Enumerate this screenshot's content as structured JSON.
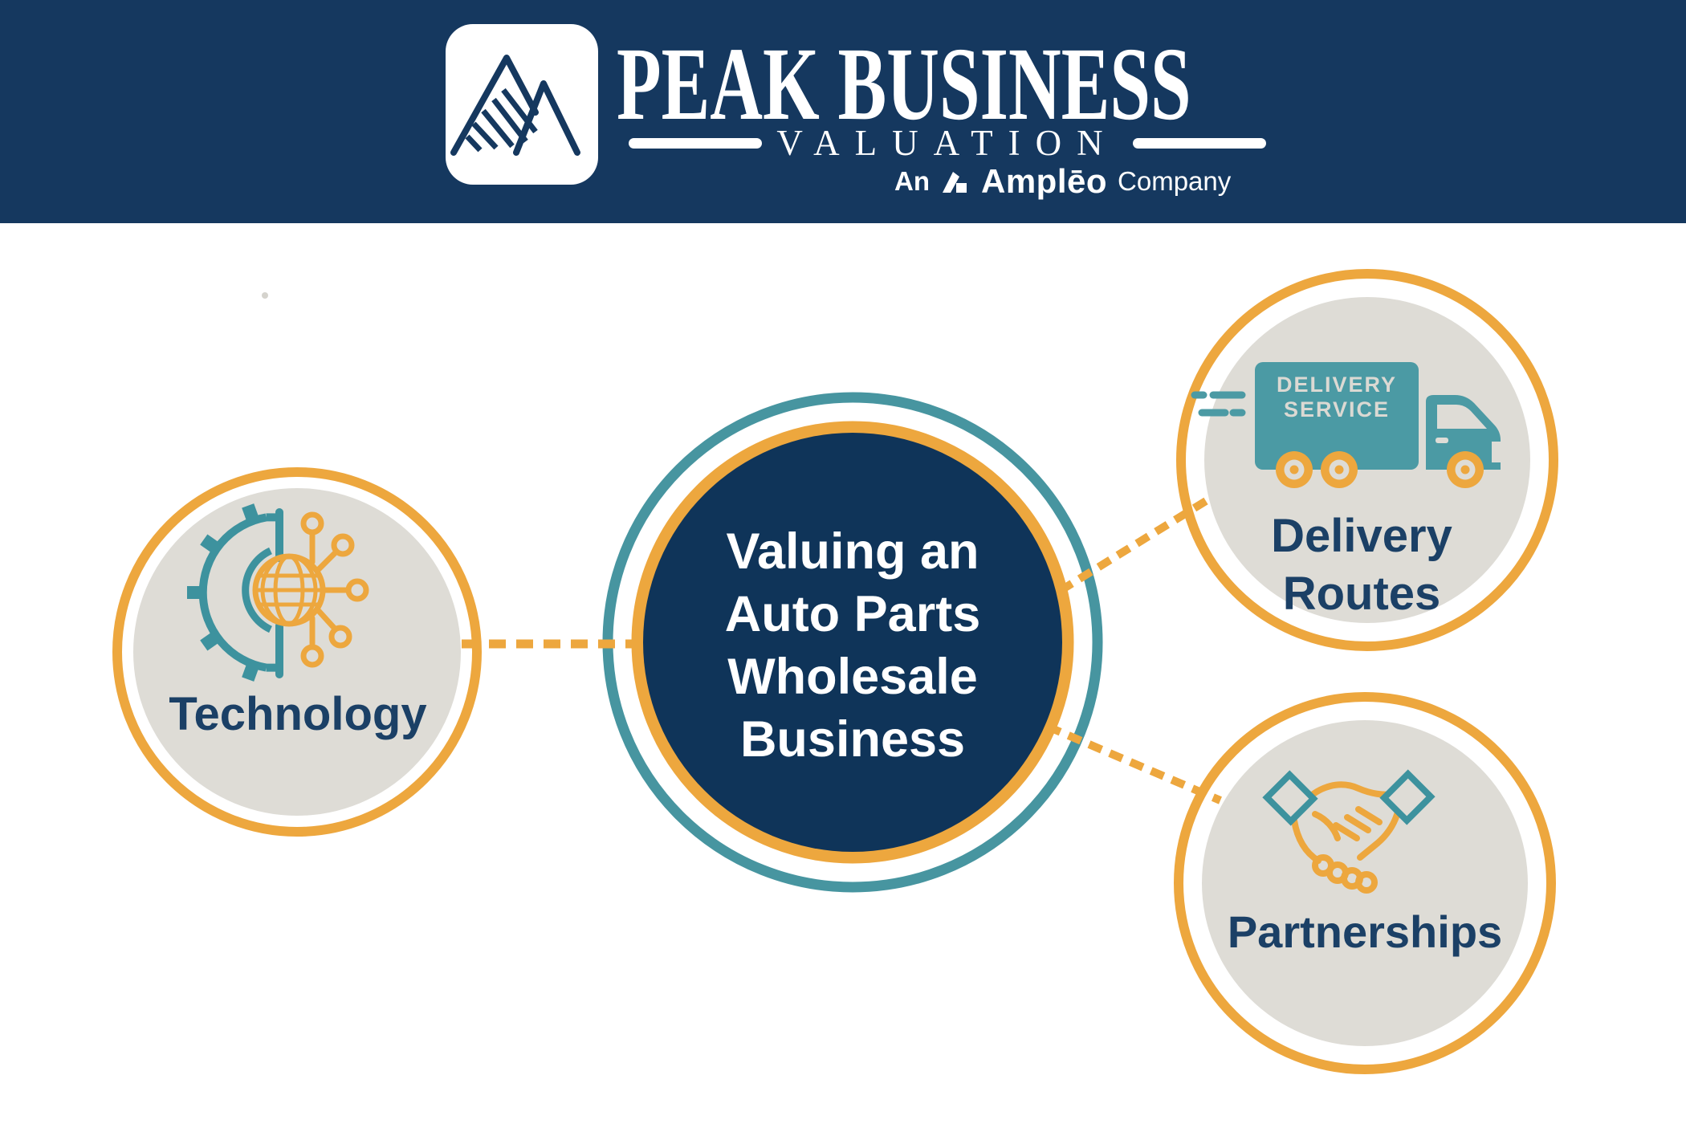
{
  "header": {
    "brand_line1": "PEAK BUSINESS",
    "brand_line2": "VALUATION",
    "tagline_prefix": "An",
    "tagline_brand": "Amplēo",
    "tagline_suffix": "Company"
  },
  "diagram": {
    "center": {
      "lines": [
        "Valuing an",
        "Auto Parts",
        "Wholesale",
        "Business"
      ]
    },
    "nodes": [
      {
        "id": "technology",
        "label": "Technology",
        "icon": "gear-globe-circuit-icon"
      },
      {
        "id": "delivery-routes",
        "label_lines": [
          "Delivery",
          "Routes"
        ],
        "icon": "delivery-truck-icon",
        "truck_text_line1": "DELIVERY",
        "truck_text_line2": "SERVICE"
      },
      {
        "id": "partnerships",
        "label": "Partnerships",
        "icon": "handshake-icon"
      }
    ]
  },
  "colors": {
    "header_navy": "#15385f",
    "circle_navy": "#0f3459",
    "orange": "#eda73e",
    "teal_ring": "#4795a0",
    "teal_icon": "#4b9aa4",
    "light_gray_fill": "#dedcd6",
    "label_navy": "#1b4066",
    "white": "#ffffff"
  }
}
